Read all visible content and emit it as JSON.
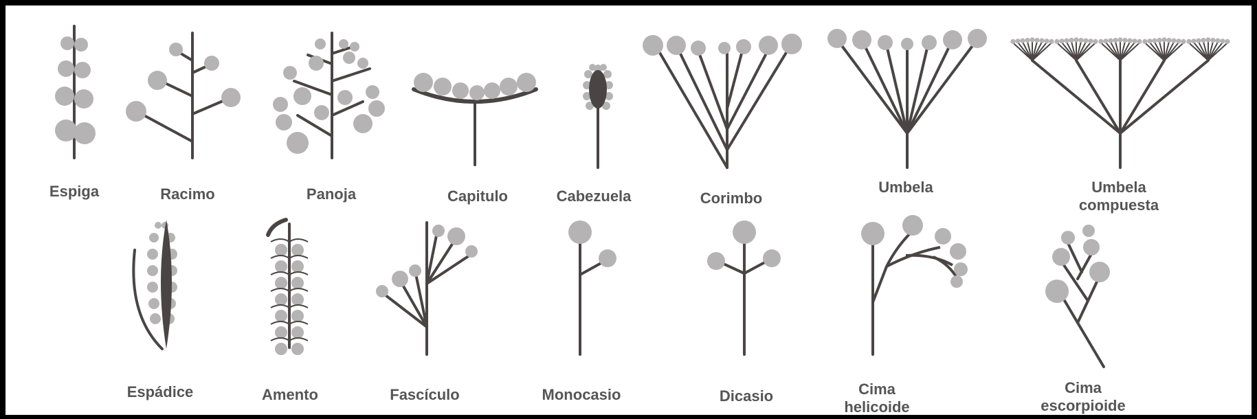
{
  "colors": {
    "stem": "#4a4444",
    "flower": "#b5b3b3",
    "label": "#555555",
    "frame": "#000000",
    "background": "#ffffff"
  },
  "row1": [
    {
      "id": "espiga",
      "label": "Espiga"
    },
    {
      "id": "racimo",
      "label": "Racimo"
    },
    {
      "id": "panoja",
      "label": "Panoja"
    },
    {
      "id": "capitulo",
      "label": "Capitulo"
    },
    {
      "id": "cabezuela",
      "label": "Cabezuela"
    },
    {
      "id": "corimbo",
      "label": "Corimbo"
    },
    {
      "id": "umbela",
      "label": "Umbela"
    },
    {
      "id": "umbela-compuesta",
      "label_lines": [
        "Umbela",
        "compuesta"
      ]
    }
  ],
  "row2": [
    {
      "id": "espadice",
      "label": "Espádice"
    },
    {
      "id": "amento",
      "label": "Amento"
    },
    {
      "id": "fasciculo",
      "label": "Fascículo"
    },
    {
      "id": "monocasio",
      "label": "Monocasio"
    },
    {
      "id": "dicasio",
      "label": "Dicasio"
    },
    {
      "id": "cima-helicoide",
      "label_lines": [
        "Cima",
        "helicoide"
      ]
    },
    {
      "id": "cima-escorpioide",
      "label_lines": [
        "Cima",
        "escorpioide"
      ]
    }
  ]
}
